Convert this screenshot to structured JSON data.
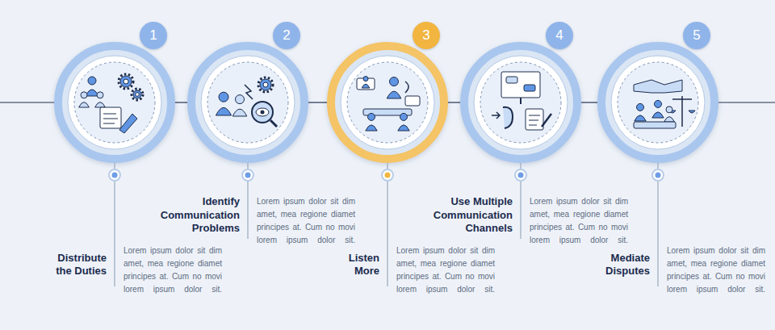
{
  "diagram": {
    "nodes": [
      {
        "text": [
          "1",
          "Distribute the Duties",
          "Lorem ipsum dolor sit dim amet, mea regione diamet principes at. Cum no movi lorem ipsum dolor sit."
        ]
      },
      {
        "text": [
          "2",
          "Identify Communication Problems",
          "Lorem ipsum dolor sit dim amet, mea regione diamet principes at. Cum no movi lorem ipsum dolor sit."
        ]
      },
      {
        "text": [
          "3",
          "Listen More",
          "Lorem ipsum dolor sit dim amet, mea regione diamet principes at. Cum no movi lorem ipsum dolor sit."
        ]
      },
      {
        "text": [
          "4",
          "Use Multiple Communication Channels",
          "Lorem ipsum dolor sit dim amet, mea regione diamet principes at. Cum no movi lorem ipsum dolor sit."
        ]
      },
      {
        "text": [
          "5",
          "Mediate Disputes",
          "Lorem ipsum dolor sit dim amet, mea regione diamet principes at. Cum no movi lorem ipsum dolor sit."
        ]
      }
    ],
    "edges": [
      {
        "from": 0,
        "to": 1,
        "arrow": "none"
      },
      {
        "from": 1,
        "to": 2,
        "arrow": "none"
      },
      {
        "from": 2,
        "to": 3,
        "arrow": "none"
      },
      {
        "from": 3,
        "to": 4,
        "arrow": "none"
      }
    ]
  }
}
